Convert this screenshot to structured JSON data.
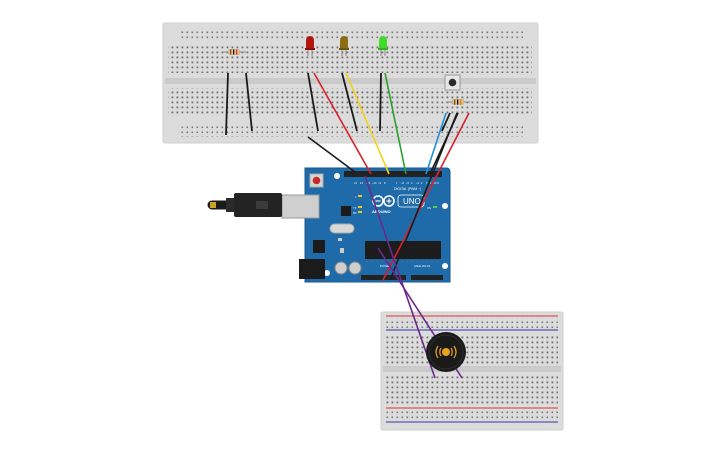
{
  "arduino": {
    "brand": "ARDUINO",
    "model": "UNO",
    "digital_label": "DIGITAL (PWM ~)",
    "analog_label": "ANALOG IN",
    "power_label": "POWER",
    "on_label": "ON",
    "tx_label": "TX",
    "rx_label": "RX",
    "pin_13": "13",
    "pin_12": "12",
    "pin_11": "~11",
    "pin_10": "~10",
    "pin_9": "~9",
    "pin_8": "8",
    "pin_7": "7",
    "pin_6": "~6",
    "pin_5": "~5",
    "pin_4": "4",
    "pin_3": "~3",
    "pin_2": "2",
    "pin_1": "TX 1",
    "pin_0": "RX 0"
  },
  "components": {
    "leds": [
      {
        "name": "red-led",
        "color": "#b3160f"
      },
      {
        "name": "yellow-led",
        "color": "#8a6d12"
      },
      {
        "name": "green-led",
        "color": "#3fdc2c"
      }
    ],
    "buzzer": {
      "name": "piezo-buzzer",
      "color": "#1a1a1a",
      "center_color": "#e8a21c"
    },
    "pushbutton": {
      "name": "pushbutton"
    },
    "resistors": [
      "resistor-1",
      "resistor-2"
    ]
  },
  "wires": {
    "colors": {
      "black": "#1b1b1b",
      "red": "#d9212a",
      "yellow": "#f2d21c",
      "green": "#2ca02c",
      "blue": "#1f8fd6",
      "purple": "#6a2a8c"
    }
  }
}
